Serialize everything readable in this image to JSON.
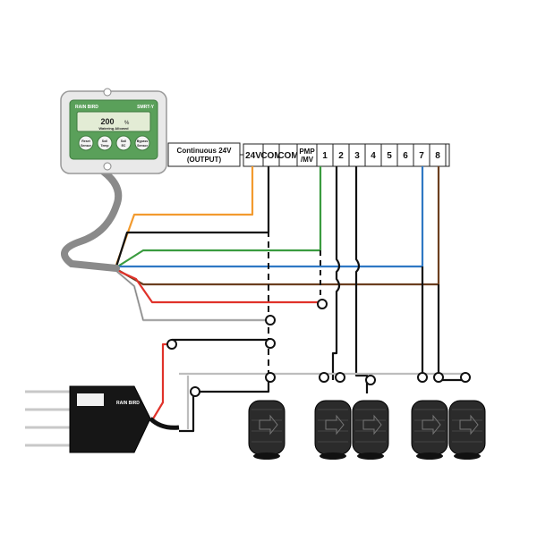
{
  "output_box": {
    "line1": "Continuous 24V",
    "line2": "(OUTPUT)"
  },
  "terminals": [
    "24V",
    "COM",
    "COM",
    "PMP /MV",
    "1",
    "2",
    "3",
    "4",
    "5",
    "6",
    "7",
    "8"
  ],
  "sensor_device": {
    "brand": "RAIN BIRD",
    "model": "SMRT-Y",
    "display_value": "200",
    "display_unit": "%",
    "display_status": "Watering Allowed",
    "buttons": [
      "Reset Sensor",
      "Soil Temp",
      "Soil EC",
      "Bypass Sensor"
    ]
  },
  "probe": {
    "brand": "RAIN BIRD"
  },
  "colors": {
    "orange": "#f29a2e",
    "black": "#111111",
    "green": "#3a9b3f",
    "blue": "#2f78c4",
    "brown": "#6b3e1f",
    "red": "#e0322a",
    "white_wire": "#bdbdbd",
    "device_green": "#5aa05a"
  }
}
